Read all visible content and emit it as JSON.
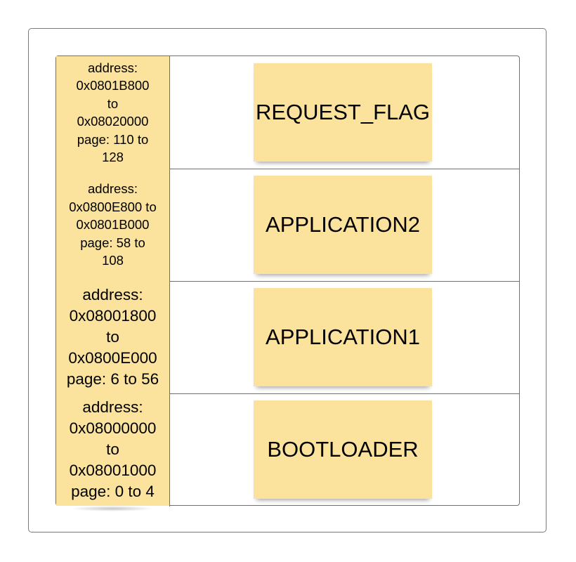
{
  "regions": [
    {
      "name": "REQUEST_FLAG",
      "address_lines": [
        "address:",
        "0x0801B800",
        "to",
        "0x08020000",
        "page: 110 to",
        "128"
      ]
    },
    {
      "name": "APPLICATION2",
      "address_lines": [
        "address:",
        "0x0800E800 to",
        "0x0801B000",
        "page: 58 to",
        "108"
      ]
    },
    {
      "name": "APPLICATION1",
      "address_lines": [
        "address:",
        "0x08001800",
        "to",
        "0x0800E000",
        "page: 6 to 56"
      ]
    },
    {
      "name": "BOOTLOADER",
      "address_lines": [
        "address:",
        "0x08000000",
        "to",
        "0x08001000",
        "page: 0 to 4"
      ]
    }
  ],
  "colors": {
    "box_fill": "#fbe39e",
    "border": "#6f6f6f"
  }
}
